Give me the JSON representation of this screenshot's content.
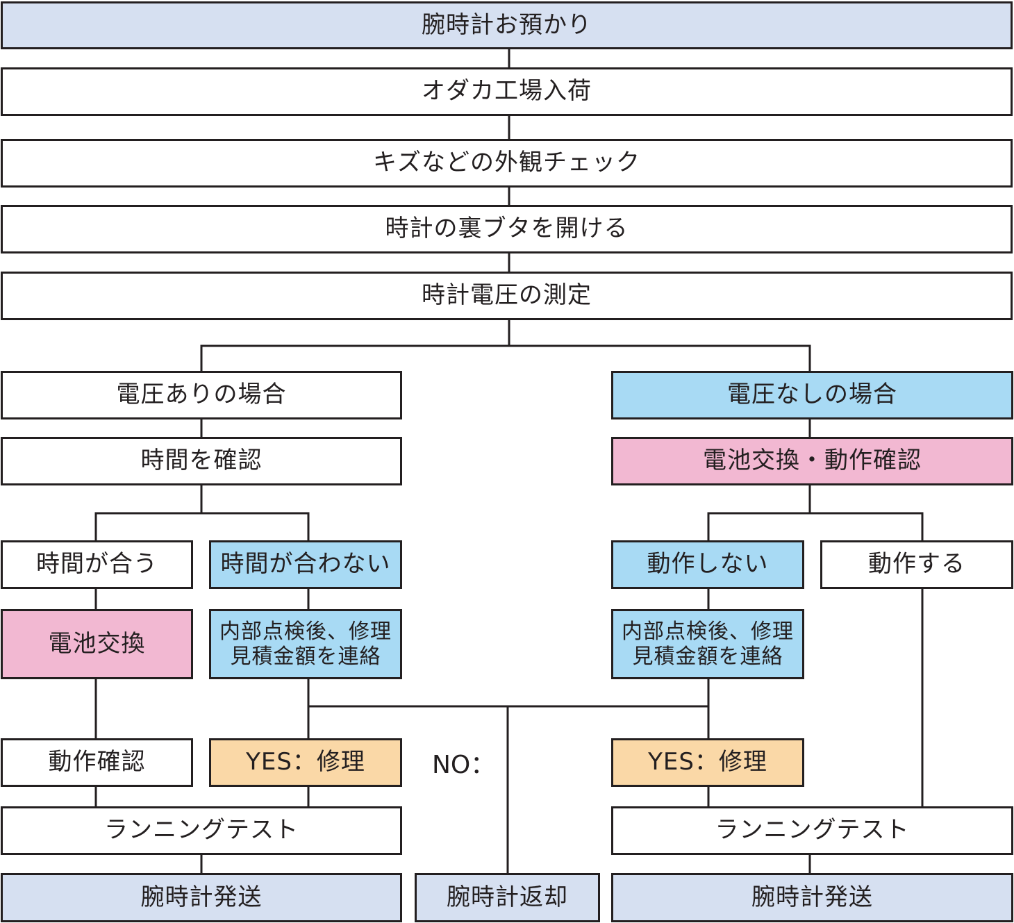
{
  "colors": {
    "line": "#231f20",
    "white": "#ffffff",
    "slate_blue": "#d6e0f1",
    "sky_blue": "#a8daf4",
    "pink": "#f2b8d2",
    "peach": "#fad8a7"
  },
  "steps": {
    "receive": "腕時計お預かり",
    "arrival": "オダカ工場入荷",
    "inspect": "キズなどの外観チェック",
    "open_back": "時計の裏ブタを開ける",
    "measure": "時計電圧の測定"
  },
  "left": {
    "has_voltage": "電圧ありの場合",
    "check_time": "時間を確認",
    "time_ok": "時間が合う",
    "time_ng": "時間が合わない",
    "battery_swap": "電池交換",
    "repair_estimate_line1": "内部点検後、修理",
    "repair_estimate_line2": "見積金額を連絡",
    "op_check": "動作確認",
    "yes_repair": "YES：修理",
    "running_test": "ランニングテスト",
    "ship": "腕時計発送"
  },
  "center": {
    "no_label": "NO：",
    "return": "腕時計返却"
  },
  "right": {
    "no_voltage": "電圧なしの場合",
    "battery_op_check": "電池交換・動作確認",
    "not_working": "動作しない",
    "working": "動作する",
    "repair_estimate_line1": "内部点検後、修理",
    "repair_estimate_line2": "見積金額を連絡",
    "yes_repair": "YES：修理",
    "running_test": "ランニングテスト",
    "ship": "腕時計発送"
  }
}
